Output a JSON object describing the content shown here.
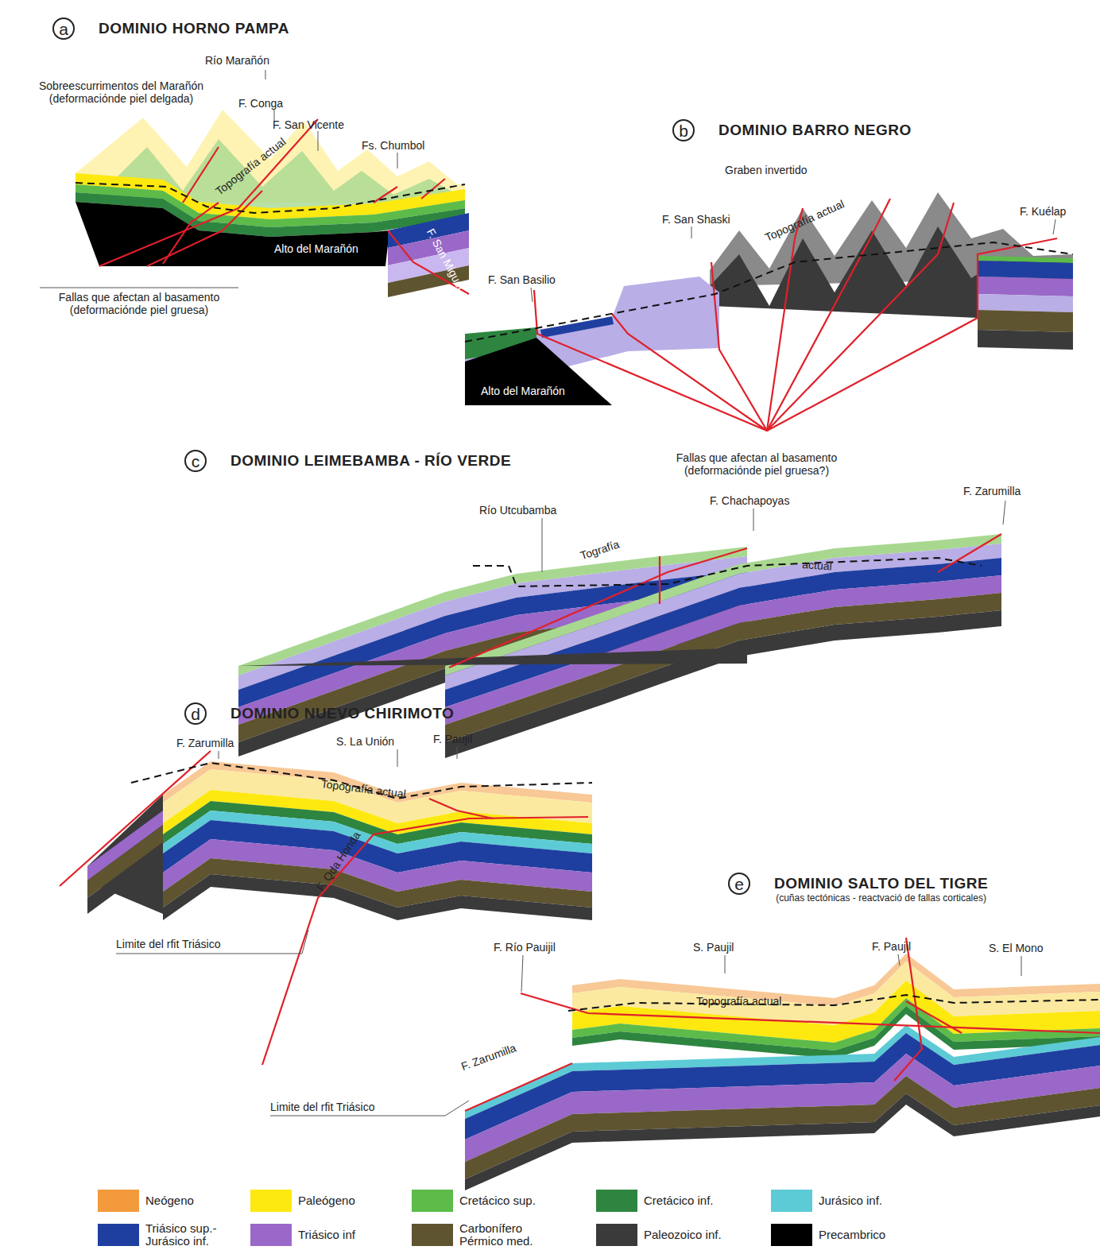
{
  "diagram": {
    "nodes": [
      {
        "text": [
          "a",
          "DOMINIO HORNO PAMPA"
        ]
      },
      {
        "text": [
          "b",
          "DOMINIO BARRO NEGRO"
        ]
      },
      {
        "text": [
          "c",
          "DOMINIO  LEIMEBAMBA - RÍO VERDE"
        ]
      },
      {
        "text": [
          "d",
          "DOMINIO  NUEVO CHIRIMOTO"
        ]
      },
      {
        "text": [
          "e",
          "DOMINIO  SALTO DEL TIGRE",
          "(cuñas tectónicas - reactvació de fallas corticales)"
        ]
      }
    ],
    "labels": [
      "Río Marañón",
      "Sobreescurrimentos del Marañón (deformaciónde piel delgada)",
      "F. Conga",
      "F. San Vicente",
      "Fs. Chumbol",
      "Topografía actual",
      "Alto del Marañón",
      "F. San Miguel",
      "Fallas que afectan al basamento (deformaciónde piel gruesa)",
      "Graben invertido",
      "F. San Shaski",
      "Topografía actual",
      "F. Kuélap",
      "F. San Basilio",
      "Alto del Marañón",
      "Fallas que afectan al basamento (deformaciónde piel gruesa?)",
      "Río Utcubamba",
      "F. Chachapoyas",
      "F. Zarumilla",
      "Tografía",
      "actual",
      "F. Zarumilla",
      "S. La Unión",
      "F. Paujil",
      "Topografía actual",
      "F. Qda Honda",
      "Limite del rfit Triásico",
      "F. Río Pauijil",
      "S. Paujil",
      "F. Paujil",
      "S. El Mono",
      "Topografía actual",
      "F. Zarumilla",
      "Limite del rfit Triásico"
    ],
    "legend": [
      {
        "text": "Neógeno",
        "color": "#f39a3c"
      },
      {
        "text": "Paleógeno",
        "color": "#fde910"
      },
      {
        "text": "Cretácico sup.",
        "color": "#5dbb4a"
      },
      {
        "text": "Cretácico inf.",
        "color": "#2e8540"
      },
      {
        "text": "Jurásico inf.",
        "color": "#5ccbd6"
      },
      {
        "text": "Triásico sup.- Jurásico inf.",
        "color": "#1f3fa0"
      },
      {
        "text": "Triásico inf",
        "color": "#9a68c8"
      },
      {
        "text": "Carbonífero Pérmico med.",
        "color": "#5f5430"
      },
      {
        "text": "Paleozoico inf.",
        "color": "#3a3a3a"
      },
      {
        "text": "Precambrico",
        "color": "#000000"
      }
    ]
  }
}
